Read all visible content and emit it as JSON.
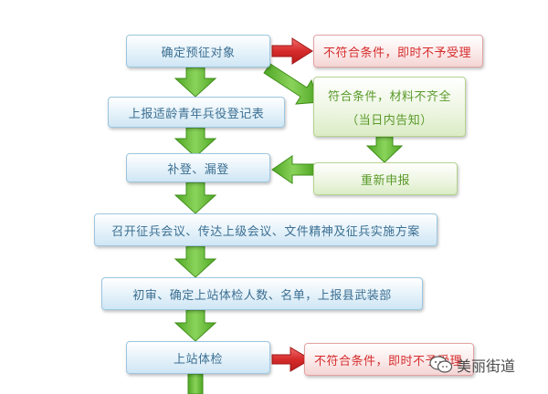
{
  "flow": {
    "confirm_target": "确定预征对象",
    "reject_1": "不符合条件，即时不予受理",
    "incomplete_line1": "符合条件，材料不齐全",
    "incomplete_line2": "（当日内告知）",
    "report_form": "上报适龄青年兵役登记表",
    "resubmit": "重新申报",
    "supplement": "补登、漏登",
    "meeting": "召开征兵会议、传达上级会议、文件精神及征兵实施方案",
    "preliminary": "初审、确定上站体检人数、名单，上报县武装部",
    "medical_check": "上站体检",
    "reject_2": "不符合条件，即时不予受理"
  },
  "watermark": {
    "text": "美丽街道"
  },
  "colors": {
    "down_arrow": "#62b833",
    "red_arrow": "#d62b2b",
    "green_arrow": "#62b833",
    "blue_text": "#3b6f92"
  },
  "icons": {
    "watermark_logo": "chat-bubble-logo-icon"
  }
}
